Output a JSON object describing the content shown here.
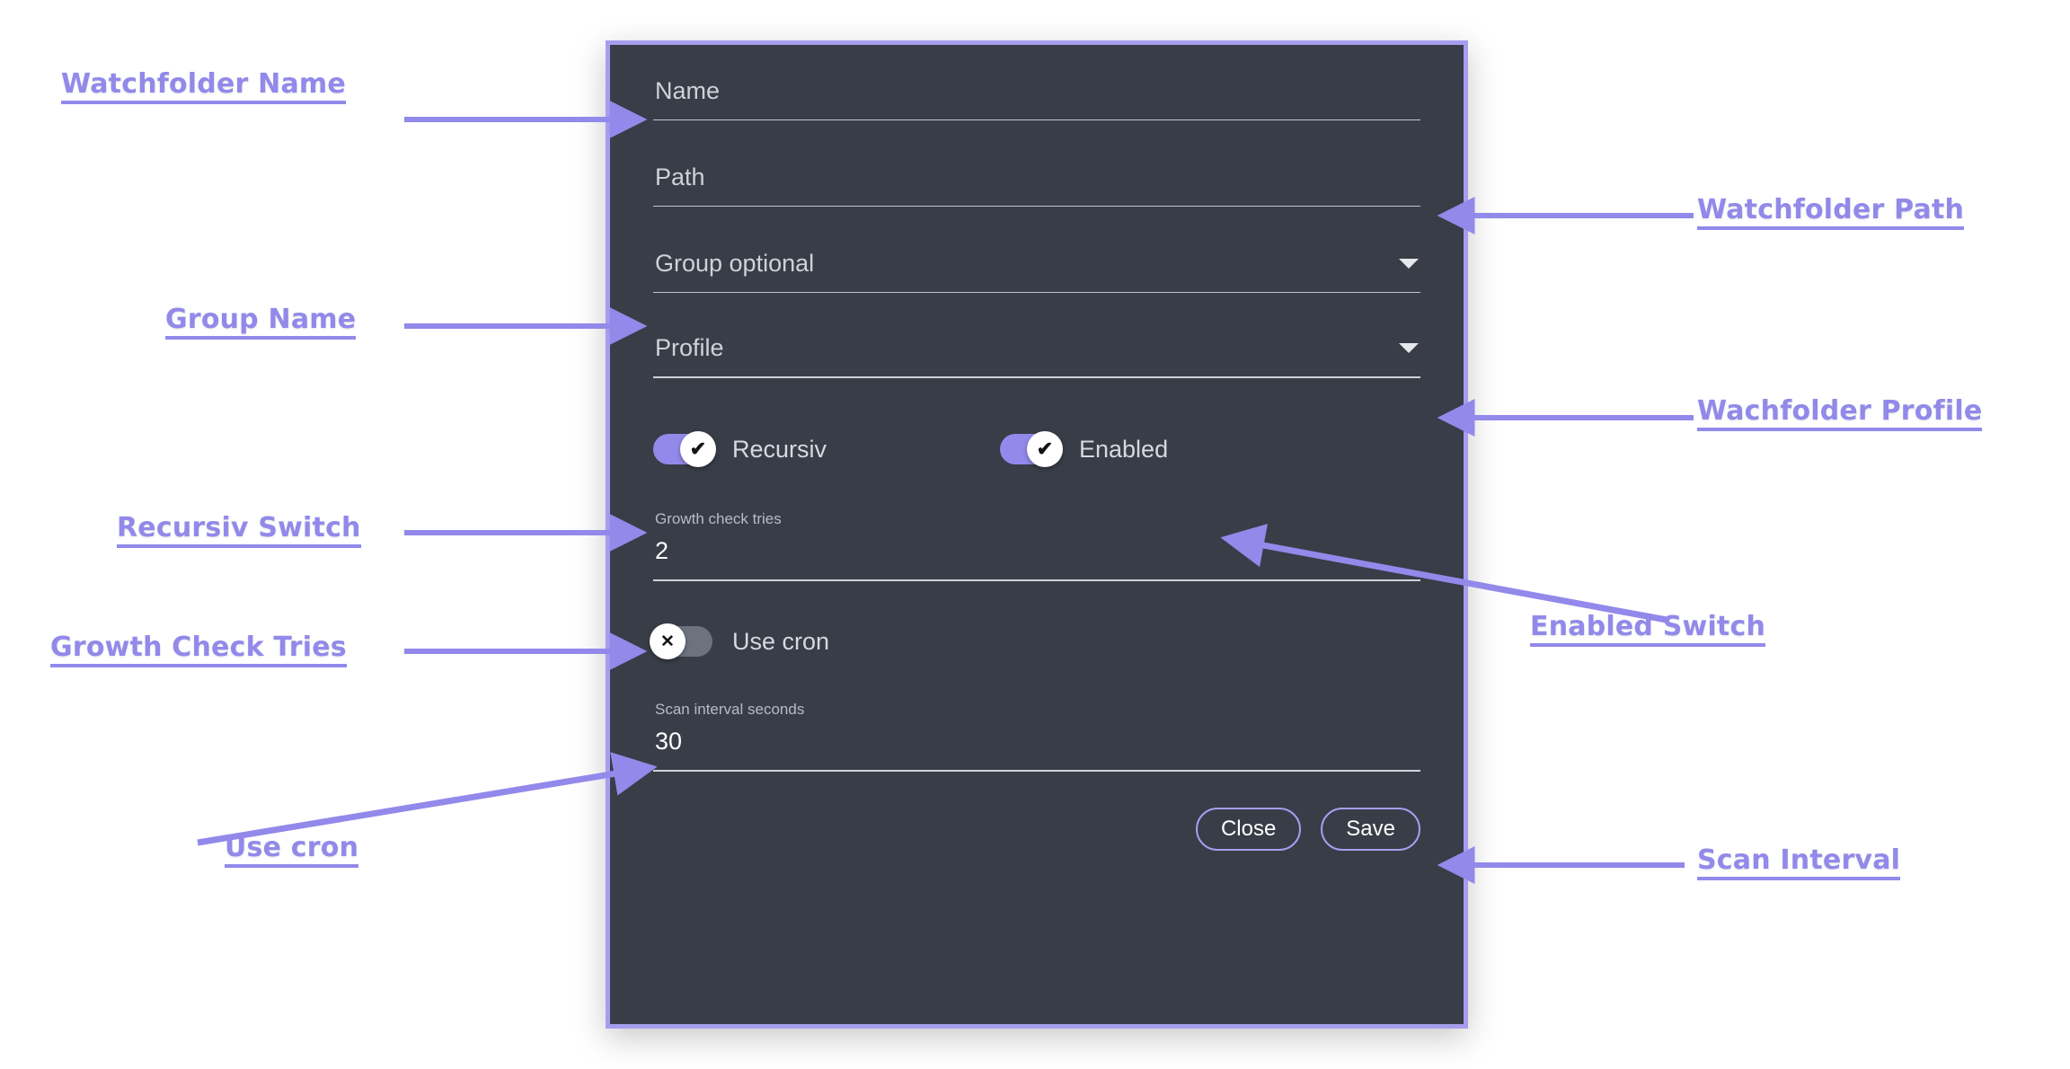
{
  "dialog": {
    "fields": [
      {
        "key": "name",
        "type": "text",
        "placeholder": "Name",
        "value": ""
      },
      {
        "key": "path",
        "type": "text",
        "placeholder": "Path",
        "value": ""
      },
      {
        "key": "group",
        "type": "select",
        "placeholder": "Group optional",
        "value": ""
      },
      {
        "key": "profile",
        "type": "select",
        "placeholder": "Profile",
        "value": ""
      }
    ],
    "name_placeholder": "Name",
    "path_placeholder": "Path",
    "group_placeholder": "Group optional",
    "profile_placeholder": "Profile",
    "switches": {
      "recursiv": {
        "label": "Recursiv",
        "state": "on",
        "glyph": "✔"
      },
      "enabled": {
        "label": "Enabled",
        "state": "on",
        "glyph": "✔"
      },
      "use_cron": {
        "label": "Use cron",
        "state": "off",
        "glyph": "✕"
      }
    },
    "growth_check_tries": {
      "label": "Growth check tries",
      "value": "2"
    },
    "scan_interval": {
      "label": "Scan interval seconds",
      "value": "30"
    },
    "buttons": {
      "close": "Close",
      "save": "Save"
    }
  },
  "annotations": [
    {
      "id": "watchfolder-name",
      "text": "Watchfolder Name",
      "side": "left"
    },
    {
      "id": "group-name",
      "text": "Group Name",
      "side": "left"
    },
    {
      "id": "recursiv-switch",
      "text": "Recursiv Switch",
      "side": "left"
    },
    {
      "id": "growth-check-tries",
      "text": "Growth Check Tries",
      "side": "left"
    },
    {
      "id": "use-cron",
      "text": "Use cron",
      "side": "left"
    },
    {
      "id": "watchfolder-path",
      "text": "Watchfolder Path",
      "side": "right"
    },
    {
      "id": "wachfolder-profile",
      "text": "Wachfolder Profile",
      "side": "right"
    },
    {
      "id": "enabled-switch",
      "text": "Enabled Switch",
      "side": "right"
    },
    {
      "id": "scan-interval",
      "text": "Scan Interval",
      "side": "right"
    }
  ],
  "colors": {
    "accent": "#9289ea",
    "dialog_border": "#a79dee",
    "dialog_bg": "#383d48",
    "switch_off": "#6d737e",
    "text_primary": "#ffffff",
    "text_muted": "#cfd2d8"
  }
}
